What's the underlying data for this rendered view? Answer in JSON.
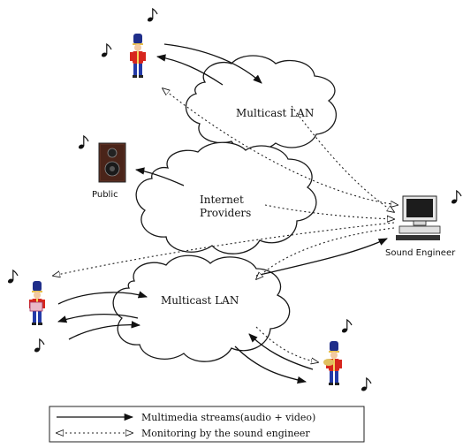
{
  "clouds": {
    "top": "Multicast LAN",
    "middle_line1": "Internet",
    "middle_line2": "Providers",
    "bottom": "Multicast LAN"
  },
  "nodes": {
    "public": "Public",
    "sound_engineer": "Sound Engineer"
  },
  "legend": {
    "solid": "Multimedia streams(audio + video)",
    "dotted": "Monitoring by the sound engineer"
  },
  "icons": {
    "musician": "toy-soldier-musician-icon",
    "music_note": "music-note-icon",
    "speaker": "loudspeaker-icon",
    "computer": "workstation-icon"
  }
}
